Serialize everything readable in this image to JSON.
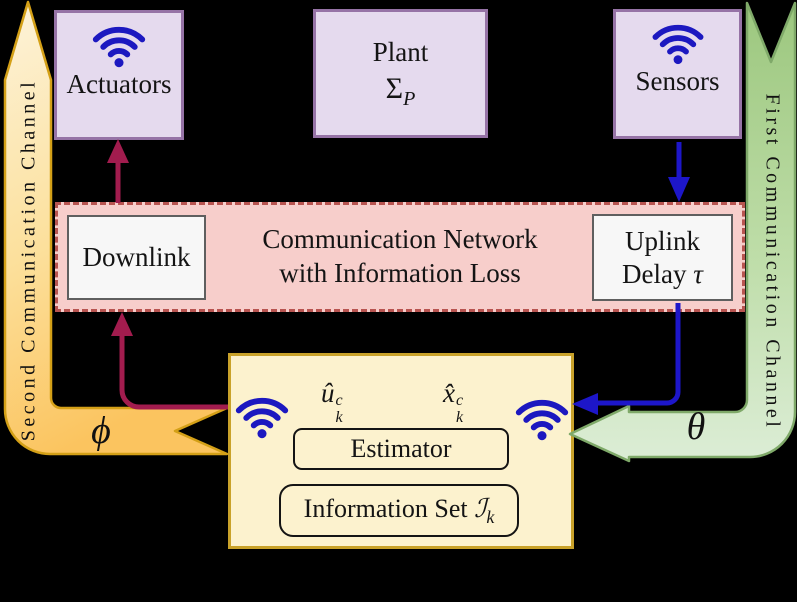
{
  "actuators": {
    "label": "Actuators"
  },
  "plant": {
    "label": "Plant",
    "sigma": "Σ",
    "sigma_sub": "P"
  },
  "sensors": {
    "label": "Sensors"
  },
  "network": {
    "line1": "Communication Network",
    "line2": "with Information Loss"
  },
  "downlink": {
    "label": "Downlink"
  },
  "uplink": {
    "line1": "Uplink",
    "delay_word": "Delay ",
    "delay_symbol": "τ"
  },
  "estimator": {
    "u_hat": "û",
    "u_sup": "c",
    "u_sub": "k",
    "x_hat": "x̂",
    "x_sup": "c",
    "x_sub": "k",
    "label": "Estimator",
    "info_text": "Information Set ",
    "info_symbol": "ℐ",
    "info_sub": "k"
  },
  "channel_second": {
    "label": "Second Communication Channel",
    "symbol": "ϕ"
  },
  "channel_first": {
    "label": "First Communication Channel",
    "symbol": "θ"
  },
  "icons": {
    "wifi": "wifi-icon"
  },
  "colors": {
    "background": "#000000",
    "crimson_arrow": "#a21c4e",
    "blue_arrow": "#1d16c9",
    "wifi_blue": "#1c18c0",
    "purple_fill": "#e5daee",
    "purple_stroke": "#9673a6",
    "network_fill": "#f7cecb",
    "network_stroke": "#b85450",
    "white_box_fill": "#f7f7f7",
    "white_box_stroke": "#5f5f5f",
    "yellow_fill": "#fcf2ce",
    "yellow_stroke": "#c9a22a",
    "orange_channel": [
      "#fdf3da",
      "#fbc45f"
    ],
    "orange_channel_stroke": "#d4a017",
    "green_channel": [
      "#9cc77e",
      "#dcedd6"
    ],
    "green_channel_stroke": "#7fa969"
  }
}
